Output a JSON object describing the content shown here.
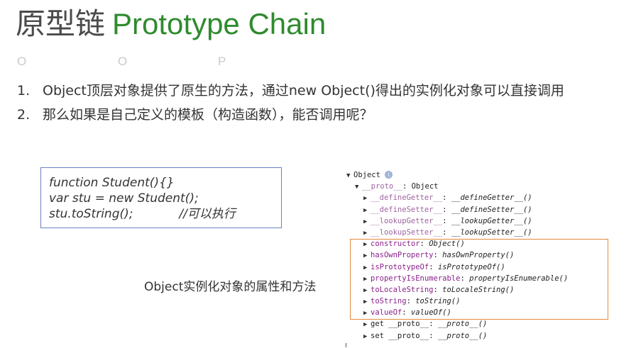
{
  "title": {
    "cn": "原型链",
    "en": "Prototype Chain"
  },
  "oop_letters": [
    "O",
    "O",
    "P"
  ],
  "points": [
    {
      "num": "1.",
      "text": "Object顶层对象提供了原生的方法，通过new Object()得出的实例化对象可以直接调用"
    },
    {
      "num": "2.",
      "text": "那么如果是自己定义的模板（构造函数），能否调用呢？"
    }
  ],
  "code": {
    "line1": "function Student(){}",
    "line2": "var stu = new Student();",
    "line3": "stu.toString();            //可以执行"
  },
  "caption": "Object实例化对象的属性和方法",
  "console_tree": {
    "root_label": "Object",
    "info_icon": "i",
    "proto_key": "__proto__",
    "proto_val": "Object",
    "rows": [
      {
        "key": "__defineGetter__",
        "val": "__defineGetter__()"
      },
      {
        "key": "__defineSetter__",
        "val": "__defineSetter__()"
      },
      {
        "key": "__lookupGetter__",
        "val": "__lookupGetter__()"
      },
      {
        "key": "__lookupSetter__",
        "val": "__lookupSetter__()"
      },
      {
        "key": "constructor",
        "val": "Object()"
      },
      {
        "key": "hasOwnProperty",
        "val": "hasOwnProperty()"
      },
      {
        "key": "isPrototypeOf",
        "val": "isPrototypeOf()"
      },
      {
        "key": "propertyIsEnumerable",
        "val": "propertyIsEnumerable()"
      },
      {
        "key": "toLocaleString",
        "val": "toLocaleString()"
      },
      {
        "key": "toString",
        "val": "toString()"
      },
      {
        "key": "valueOf",
        "val": "valueOf()"
      },
      {
        "key": "get __proto__",
        "val": "__proto__()"
      },
      {
        "key": "set __proto__",
        "val": "__proto__()"
      }
    ]
  },
  "colors": {
    "title_en": "#2e8b2e",
    "highlight_border": "#e08b3a",
    "code_border": "#6b7fc4",
    "property_key": "#8a1f8a"
  }
}
